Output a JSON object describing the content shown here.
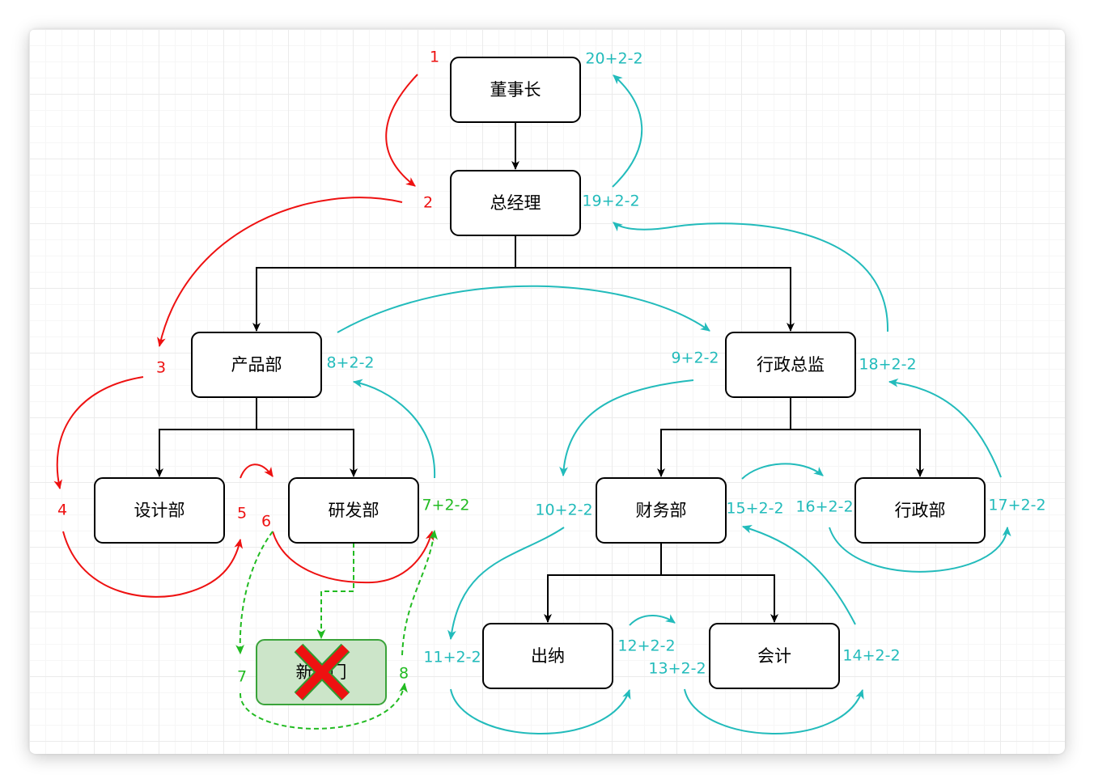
{
  "colors": {
    "node_border": "#000000",
    "node_fill": "#ffffff",
    "new_node_fill": "#cce5c9",
    "new_node_border": "#3aa33a",
    "red": "#ee1111",
    "teal": "#22bbbb",
    "green": "#22bb22",
    "cross": "#ee1111"
  },
  "nodes": {
    "chairman": "董事长",
    "general_manager": "总经理",
    "product_dept": "产品部",
    "admin_director": "行政总监",
    "design_dept": "设计部",
    "rd_dept": "研发部",
    "finance_dept": "财务部",
    "admin_dept": "行政部",
    "cashier": "出纳",
    "accountant": "会计",
    "new_dept": "新部门"
  },
  "labels": {
    "red": [
      "1",
      "2",
      "3",
      "4",
      "5",
      "6"
    ],
    "green": [
      "7",
      "8",
      "7+2-2"
    ],
    "teal": [
      "8+2-2",
      "9+2-2",
      "10+2-2",
      "11+2-2",
      "12+2-2",
      "13+2-2",
      "14+2-2",
      "15+2-2",
      "16+2-2",
      "17+2-2",
      "18+2-2",
      "19+2-2",
      "20+2-2"
    ]
  }
}
